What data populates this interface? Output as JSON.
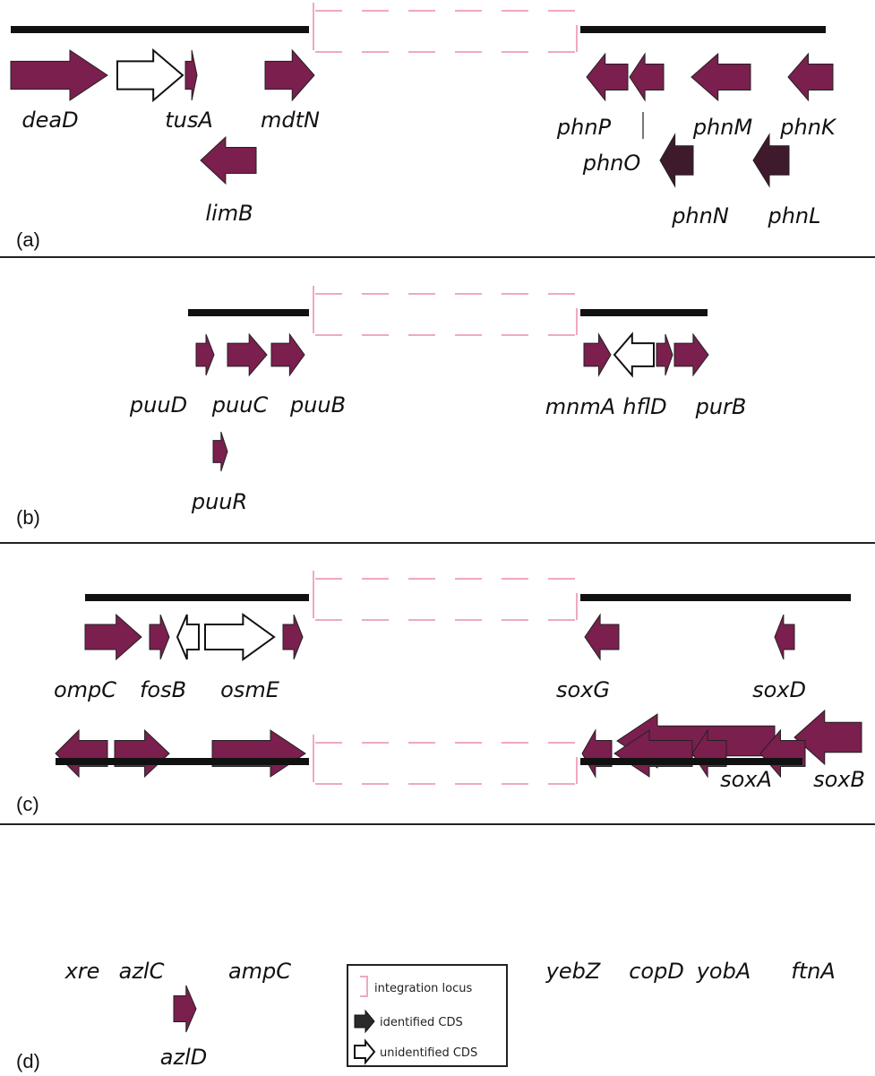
{
  "colors": {
    "gene_fill": "#7a1f4e",
    "gene_dark": "#3e1a2c",
    "outline": "#222222",
    "locus": "#f0a8c0",
    "track": "#111111"
  },
  "panels": [
    {
      "label": "(a)",
      "genes": [
        {
          "name": "deaD",
          "type": "identified"
        },
        {
          "name": "",
          "type": "unidentified"
        },
        {
          "name": "tusA",
          "type": "identified"
        },
        {
          "name": "mdtN",
          "type": "identified"
        },
        {
          "name": "limB",
          "type": "identified"
        },
        {
          "name": "phnP",
          "type": "identified"
        },
        {
          "name": "phnO",
          "type": "identified"
        },
        {
          "name": "phnM",
          "type": "identified"
        },
        {
          "name": "phnK",
          "type": "identified"
        },
        {
          "name": "phnN",
          "type": "identified-dark"
        },
        {
          "name": "phnL",
          "type": "identified-dark"
        }
      ]
    },
    {
      "label": "(b)",
      "genes": [
        {
          "name": "puuD",
          "type": "identified"
        },
        {
          "name": "puuC",
          "type": "identified"
        },
        {
          "name": "puuB",
          "type": "identified"
        },
        {
          "name": "puuR",
          "type": "identified"
        },
        {
          "name": "mnmA",
          "type": "identified"
        },
        {
          "name": "hflD",
          "type": "unidentified"
        },
        {
          "name": "",
          "type": "identified"
        },
        {
          "name": "purB",
          "type": "identified"
        }
      ]
    },
    {
      "label": "(c)",
      "genes": [
        {
          "name": "ompC",
          "type": "identified"
        },
        {
          "name": "fosB",
          "type": "identified"
        },
        {
          "name": "",
          "type": "unidentified"
        },
        {
          "name": "osmE",
          "type": "unidentified"
        },
        {
          "name": "",
          "type": "identified"
        },
        {
          "name": "soxG",
          "type": "identified"
        },
        {
          "name": "soxD",
          "type": "identified"
        },
        {
          "name": "soxA",
          "type": "identified"
        },
        {
          "name": "soxB",
          "type": "identified"
        }
      ]
    },
    {
      "label": "(d)",
      "genes": [
        {
          "name": "xre",
          "type": "identified"
        },
        {
          "name": "azlC",
          "type": "identified"
        },
        {
          "name": "ampC",
          "type": "identified"
        },
        {
          "name": "azlD",
          "type": "identified"
        },
        {
          "name": "yebZ",
          "type": "identified"
        },
        {
          "name": "copD",
          "type": "identified"
        },
        {
          "name": "yobA",
          "type": "identified"
        },
        {
          "name": "ftnA",
          "type": "identified"
        }
      ]
    }
  ],
  "legend": {
    "integration_locus": "integration locus",
    "identified_cds": "identified CDS",
    "unidentified_cds": "unidentified CDS"
  }
}
